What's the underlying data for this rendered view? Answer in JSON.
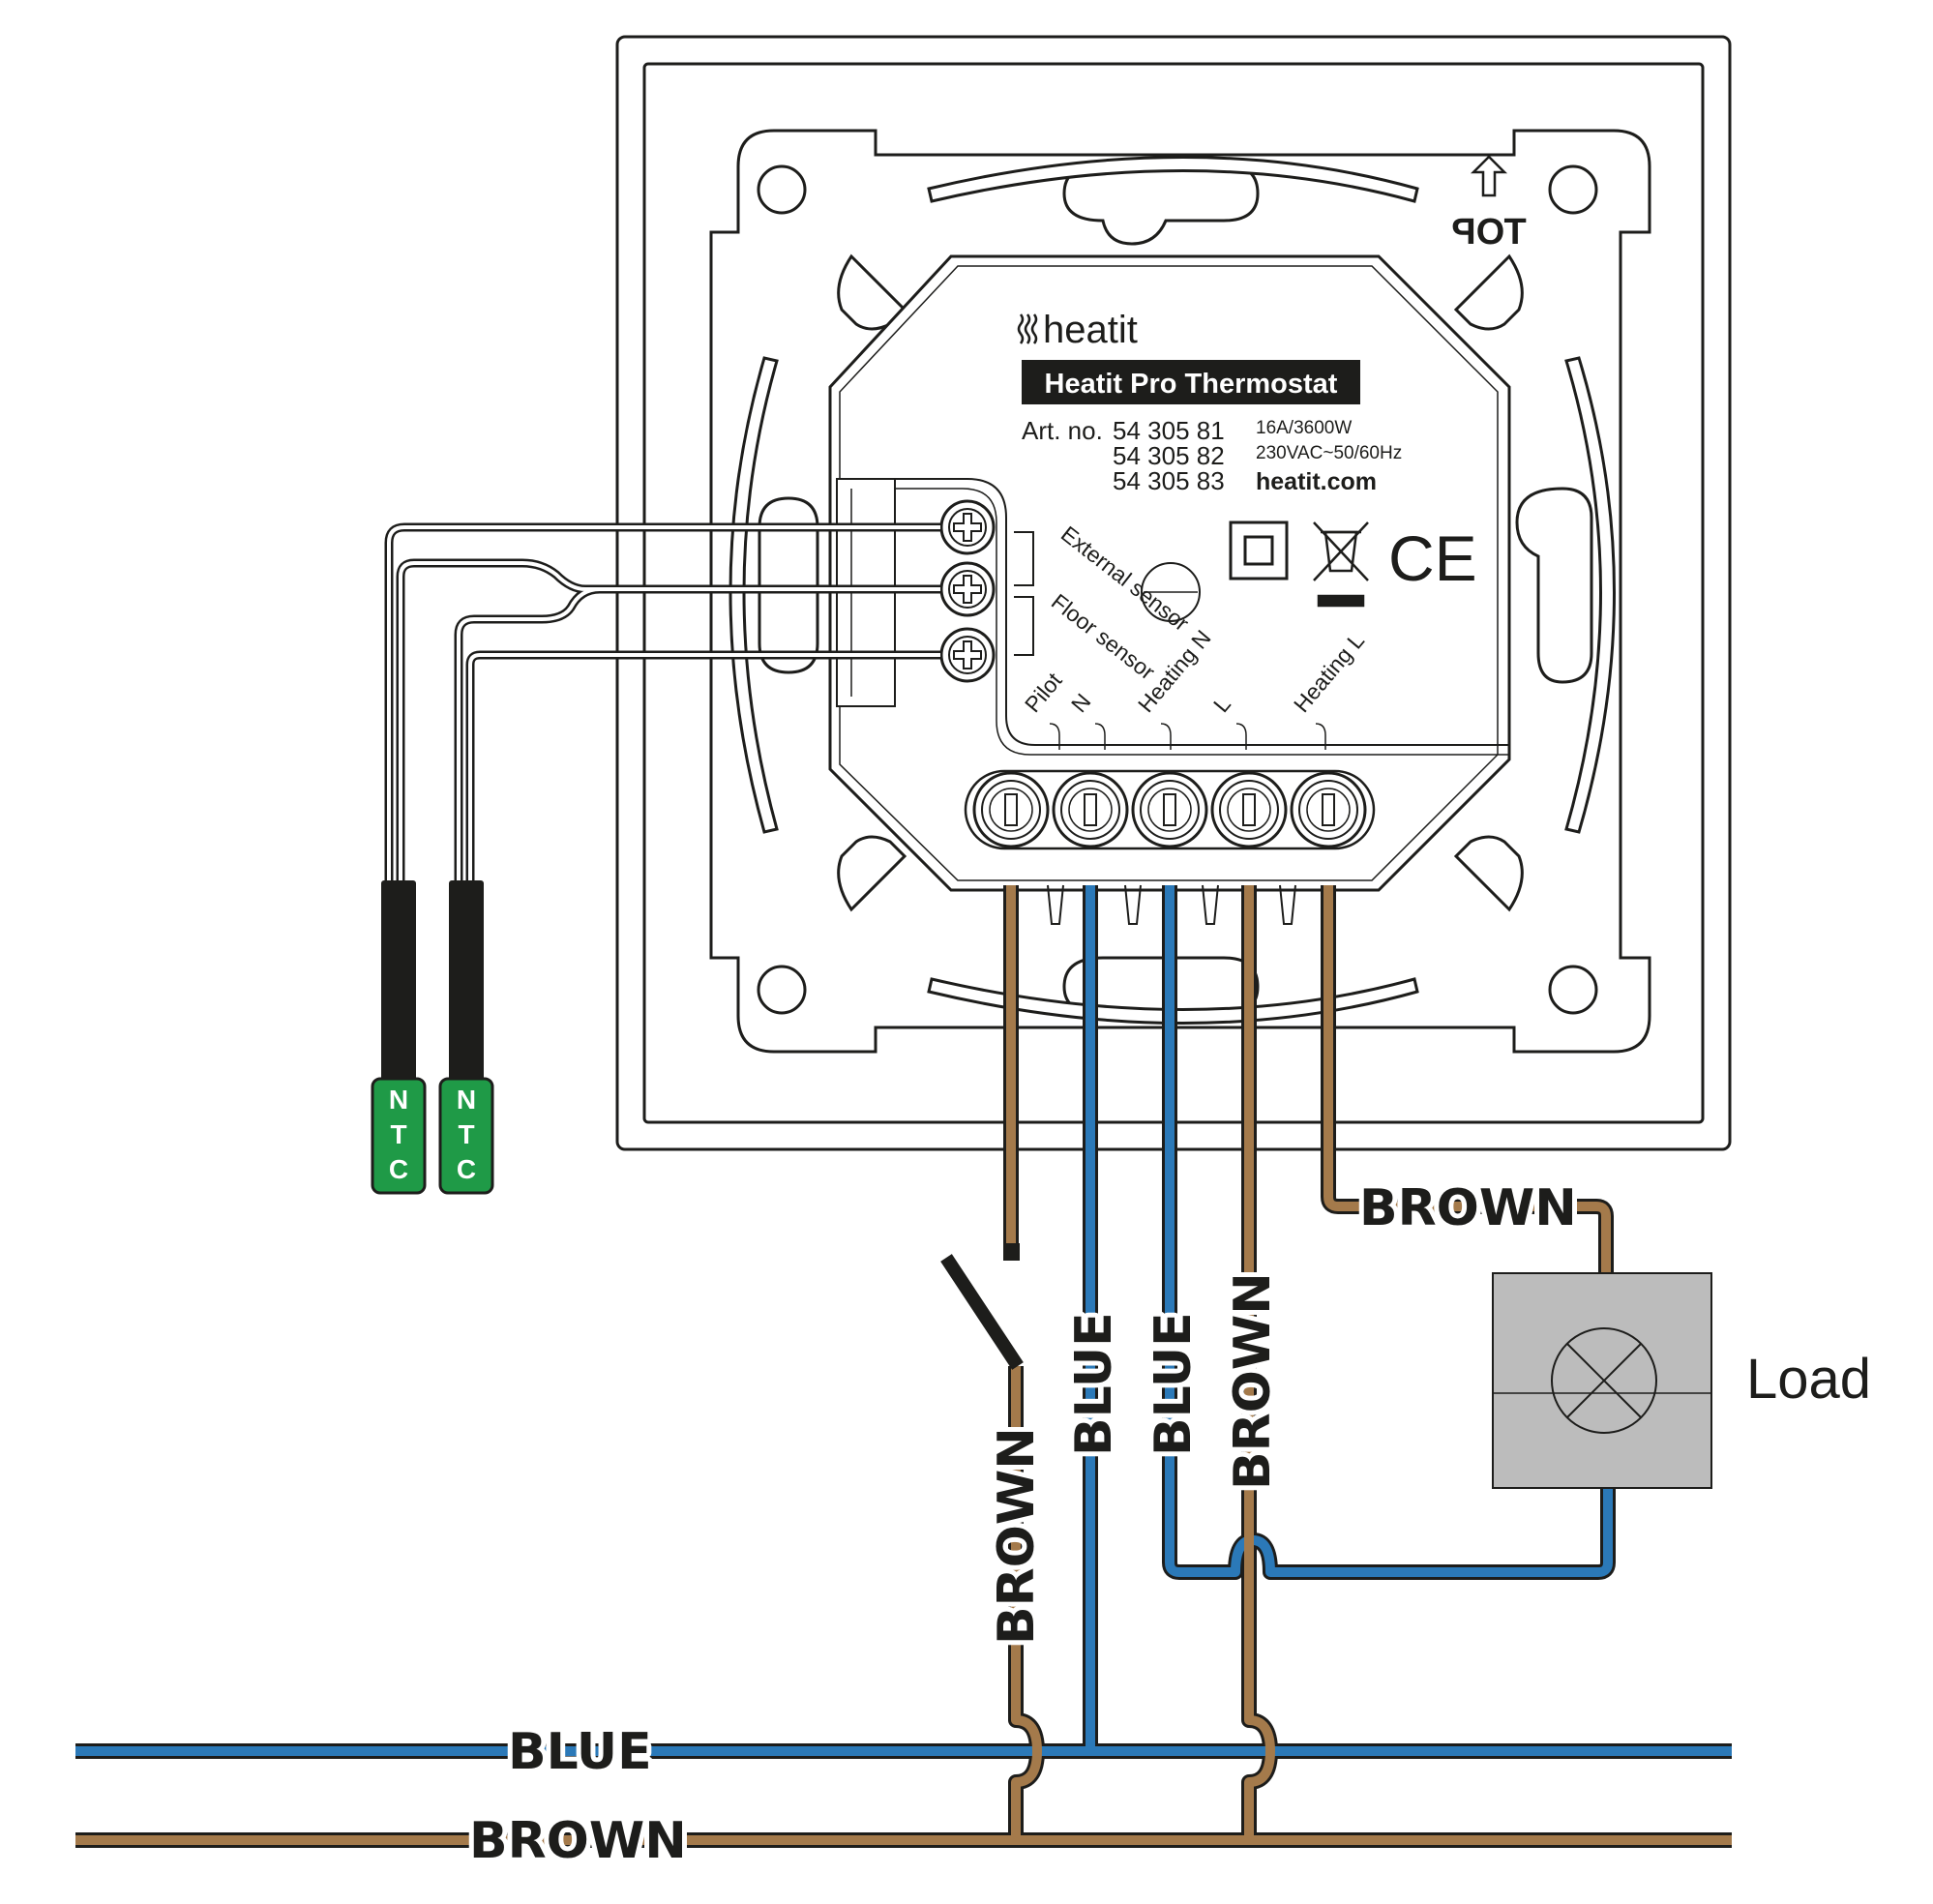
{
  "device": {
    "brand": "heatit",
    "product_name": "Heatit Pro Thermostat",
    "art_no_label": "Art. no.",
    "art_numbers": [
      "54 305 81",
      "54 305 82",
      "54 305 83"
    ],
    "rating_current": "16A/3600W",
    "rating_voltage": "230VAC~50/60Hz",
    "website": "heatit.com",
    "top_label": "TOP"
  },
  "sensor_terminals": {
    "external": "External sensor",
    "floor": "Floor sensor"
  },
  "main_terminals": [
    "Pilot",
    "N",
    "Heating N",
    "L",
    "Heating L"
  ],
  "sensors": [
    {
      "letters": [
        "N",
        "T",
        "C"
      ]
    },
    {
      "letters": [
        "N",
        "T",
        "C"
      ]
    }
  ],
  "wire_labels": {
    "brown": "BROWN",
    "blue": "BLUE"
  },
  "load_label": "Load",
  "colors": {
    "brown_wire": "#a47a4b",
    "blue_wire": "#2b79b8",
    "ntc_green": "#1f9a47",
    "load_gray": "#bcbcbc",
    "outline": "#1d1d1b",
    "label_bg": "#1d1d1b"
  }
}
